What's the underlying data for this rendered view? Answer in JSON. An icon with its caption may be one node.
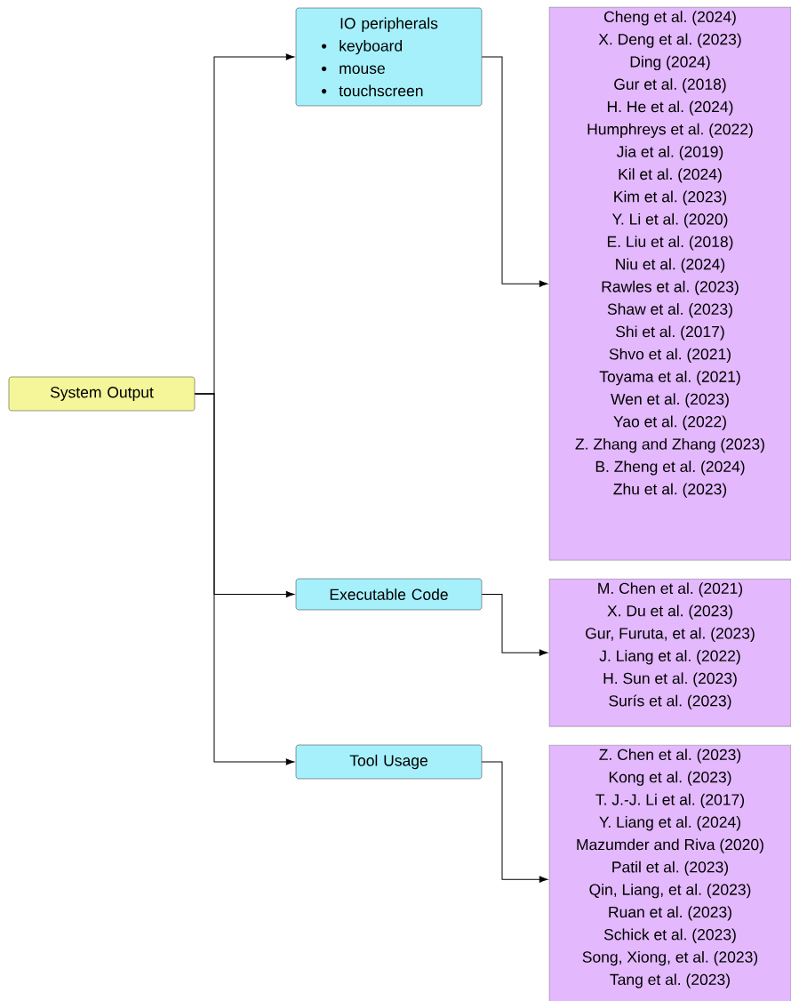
{
  "diagram": {
    "nodes": [
      {
        "text": [
          "System Output"
        ]
      },
      {
        "text": [
          "IO peripherals",
          "keyboard",
          "mouse",
          "touchscreen"
        ]
      },
      {
        "text": [
          "Cheng et al. (2024)",
          "X. Deng et al. (2023)",
          "Ding (2024)",
          "Gur et al. (2018)",
          "H. He et al. (2024)",
          "Humphreys et al. (2022)",
          "Jia et al. (2019)",
          "Kil et al. (2024)",
          "Kim et al. (2023)",
          "Y. Li et al. (2020)",
          "E. Liu et al. (2018)",
          "Niu et al. (2024)",
          "Rawles et al. (2023)",
          "Shaw et al. (2023)",
          "Shi et al. (2017)",
          "Shvo et al. (2021)",
          "Toyama et al. (2021)",
          "Wen et al. (2023)",
          "Yao et al. (2022)",
          "Z. Zhang and Zhang (2023)",
          "B. Zheng et al. (2024)",
          "Zhu et al. (2023)"
        ]
      },
      {
        "text": [
          "Executable Code"
        ]
      },
      {
        "text": [
          "M. Chen et al. (2021)",
          "X. Du et al. (2023)",
          "Gur, Furuta, et al. (2023)",
          "J. Liang et al. (2022)",
          "H. Sun et al. (2023)",
          "Surís et al. (2023)"
        ]
      },
      {
        "text": [
          "Tool Usage"
        ]
      },
      {
        "text": [
          "Z. Chen et al. (2023)",
          "Kong et al. (2023)",
          "T. J.-J. Li et al. (2017)",
          "Y. Liang et al. (2024)",
          "Mazumder and Riva (2020)",
          "Patil et al. (2023)",
          "Qin, Liang, et al. (2023)",
          "Ruan et al. (2023)",
          "Schick et al. (2023)",
          "Song, Xiong, et al. (2023)",
          "Tang et al. (2023)"
        ]
      }
    ],
    "edges": [
      {
        "from": 0,
        "to": 1,
        "arrow": "to"
      },
      {
        "from": 1,
        "to": 2,
        "arrow": "to"
      },
      {
        "from": 0,
        "to": 3,
        "arrow": "to"
      },
      {
        "from": 3,
        "to": 4,
        "arrow": "to"
      },
      {
        "from": 0,
        "to": 5,
        "arrow": "to"
      },
      {
        "from": 5,
        "to": 6,
        "arrow": "to"
      }
    ]
  }
}
